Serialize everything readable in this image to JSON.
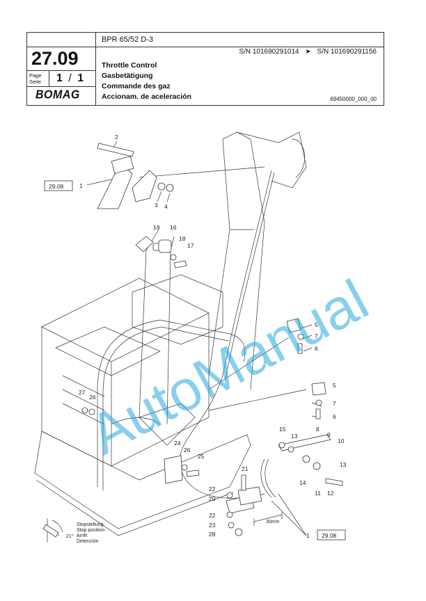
{
  "header": {
    "model": "BPR 65/52 D-3",
    "serial_from": "S/N 101690291014",
    "serial_arrow": "➤",
    "serial_to": "S/N 101690291156",
    "group_number": "27.09",
    "page_label_1": "Page",
    "page_label_2": "Seite",
    "page_current": "1",
    "page_sep": "/",
    "page_total": "1",
    "logo": "BOMAG",
    "title_en": "Throttle Control",
    "title_de": "Gasbetätigung",
    "title_fr": "Commande des gaz",
    "title_es": "Accionam. de aceleración",
    "drawing_number": "69450000_000_00"
  },
  "watermark": "AutoManual",
  "diagram": {
    "ref_boxes": [
      "29.08",
      "29.08"
    ],
    "callouts": [
      "1",
      "2",
      "3",
      "4",
      "5",
      "6",
      "7",
      "5",
      "7",
      "6",
      "8",
      "9",
      "10",
      "11",
      "12",
      "13",
      "13",
      "14",
      "15",
      "16",
      "17",
      "18",
      "19",
      "20",
      "21",
      "22",
      "22",
      "23",
      "24",
      "25",
      "26",
      "26",
      "27",
      "28",
      "1"
    ],
    "dimension": "30mm",
    "angle": "21°",
    "stop_labels": [
      "Stopstellung",
      "Stop position",
      "Arrêt",
      "Detención"
    ]
  }
}
